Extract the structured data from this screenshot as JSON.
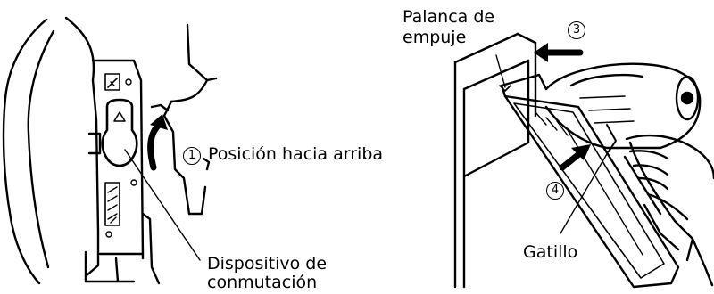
{
  "labels": {
    "step1_number": "1",
    "position_up": "Posición hacia arriba",
    "switch_device_line1": "Dispositivo de",
    "switch_device_line2": "conmutación",
    "push_lever_line1": "Palanca de",
    "push_lever_line2": "empuje",
    "step3_number": "3",
    "step4_number": "4",
    "trigger": "Gatillo"
  },
  "icons": {
    "switch_mark": "triangle-up",
    "single_mode": "single-nail-icon",
    "bump_mode": "multi-nail-icon"
  }
}
